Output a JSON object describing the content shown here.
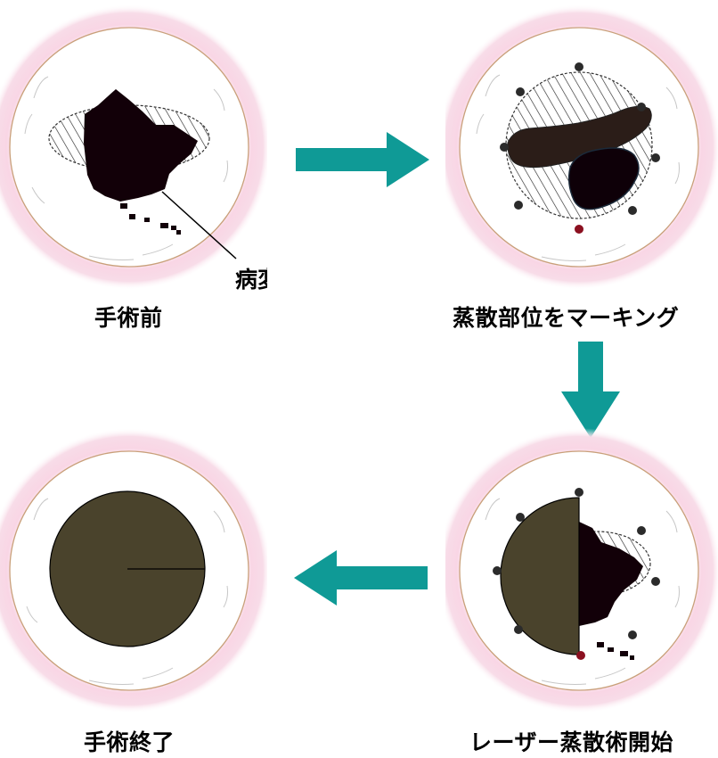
{
  "steps": {
    "before": {
      "caption": "手術前",
      "lesion_label": "病変"
    },
    "marking": {
      "caption": "蒸散部位をマーキング"
    },
    "vaporization": {
      "caption": "レーザー蒸散術開始"
    },
    "end": {
      "caption": "手術終了"
    }
  },
  "colors": {
    "glow": "#f7c9dc",
    "rim": "#c9a07a",
    "lesion": "#120008",
    "hatch": "#2a2a2a",
    "marker": "#2b2b2b",
    "marker_red": "#8b1020",
    "vaporized": "#4a432c",
    "arrow": "#0f9a96"
  }
}
